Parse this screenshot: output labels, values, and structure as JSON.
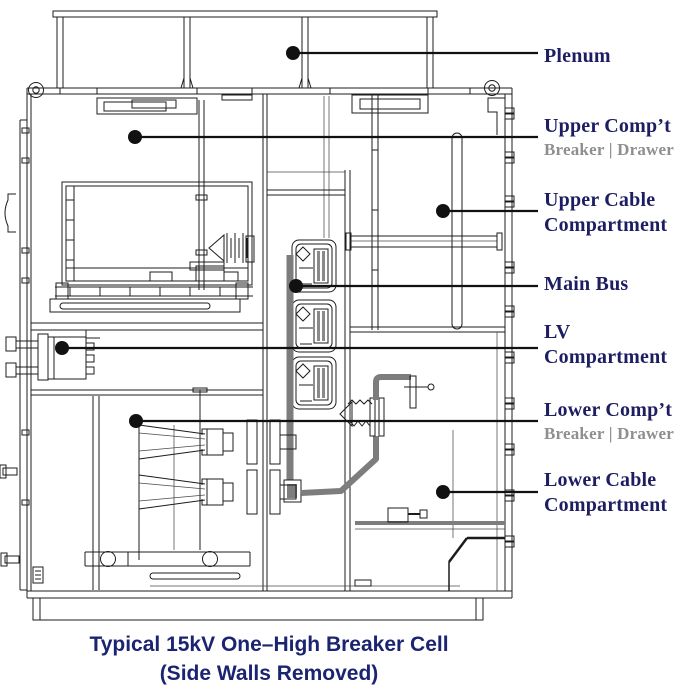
{
  "diagram": {
    "title_implicit": "Switchgear breaker cell cutaway",
    "callouts": [
      {
        "id": "plenum",
        "line1": "Plenum",
        "line2": "",
        "sub": ""
      },
      {
        "id": "upper-compt",
        "line1": "Upper Comp’t",
        "line2": "",
        "sub": "Breaker | Drawer"
      },
      {
        "id": "upper-cable",
        "line1": "Upper Cable",
        "line2": "Compartment",
        "sub": ""
      },
      {
        "id": "main-bus",
        "line1": "Main Bus",
        "line2": "",
        "sub": ""
      },
      {
        "id": "lv",
        "line1": "LV",
        "line2": "Compartment",
        "sub": ""
      },
      {
        "id": "lower-compt",
        "line1": "Lower Comp’t",
        "line2": "",
        "sub": "Breaker | Drawer"
      },
      {
        "id": "lower-cable",
        "line1": "Lower Cable",
        "line2": "Compartment",
        "sub": ""
      }
    ],
    "colors": {
      "label_navy": "#1d1d62",
      "label_gray": "#8f8f8f",
      "caption_navy": "#1b2470",
      "line_black": "#1c1c1c",
      "bus_gray": "#7d7d7d"
    }
  },
  "caption": {
    "line1": "Typical 15kV One–High Breaker Cell",
    "line2": "(Side Walls Removed)"
  }
}
